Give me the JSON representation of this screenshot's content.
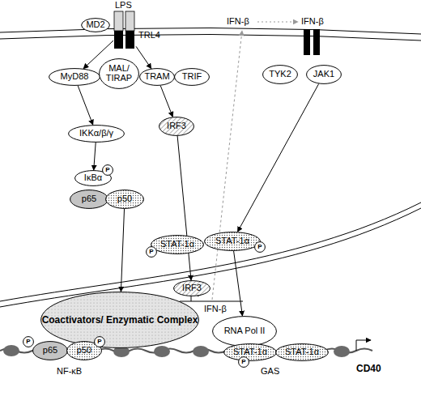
{
  "diagram": {
    "nodes": [
      {
        "text": [
          "MD2"
        ]
      },
      {
        "text": [
          "TRL4"
        ]
      },
      {
        "text": [
          "MyD88"
        ]
      },
      {
        "text": [
          "MAL/ TIRAP"
        ]
      },
      {
        "text": [
          "TRAM"
        ]
      },
      {
        "text": [
          "TRIF"
        ]
      },
      {
        "text": [
          "IRF3"
        ]
      },
      {
        "text": [
          "IKKα/β/γ"
        ]
      },
      {
        "text": [
          "IκBα"
        ]
      },
      {
        "text": [
          "P"
        ],
        "in": 8
      },
      {
        "text": [
          "p65"
        ]
      },
      {
        "text": [
          "p50"
        ]
      },
      {
        "text": [
          "TYK2"
        ]
      },
      {
        "text": [
          "JAK1"
        ]
      },
      {
        "text": [
          "STAT-1α"
        ]
      },
      {
        "text": [
          "P"
        ],
        "in": 14
      },
      {
        "text": [
          "STAT-1α"
        ]
      },
      {
        "text": [
          "P"
        ],
        "in": 16
      },
      {
        "text": [
          "IRF3"
        ]
      },
      {
        "text": [
          "Coactivators/ Enzymatic Complex"
        ]
      },
      {
        "text": [
          "RNA Pol II"
        ]
      },
      {
        "text": [
          "p65"
        ]
      },
      {
        "text": [
          "P"
        ],
        "in": 21
      },
      {
        "text": [
          "p50"
        ]
      },
      {
        "text": [
          "P"
        ],
        "in": 23
      },
      {
        "text": [
          "STAT-1α"
        ]
      },
      {
        "text": [
          "P"
        ],
        "in": 25
      },
      {
        "text": [
          "STAT-1α"
        ]
      }
    ],
    "edges": [
      {
        "from": 1,
        "to": 2,
        "arrow": "to"
      },
      {
        "from": 1,
        "to": 4,
        "arrow": "to"
      },
      {
        "from": 2,
        "to": 7,
        "arrow": "to"
      },
      {
        "from": 7,
        "to": 8,
        "arrow": "to"
      },
      {
        "from": 11,
        "to": 19,
        "arrow": "to"
      },
      {
        "from": 4,
        "to": 6,
        "arrow": "to"
      },
      {
        "from": 6,
        "to": 18,
        "arrow": "to"
      },
      {
        "from": 13,
        "to": 16,
        "arrow": "to"
      },
      {
        "from": 16,
        "to": 20,
        "arrow": "to"
      }
    ],
    "labels": [
      "LPS",
      "IFN-β",
      "IFN-β",
      "IFN-β",
      "NF-κB",
      "GAS",
      "CD40"
    ]
  }
}
